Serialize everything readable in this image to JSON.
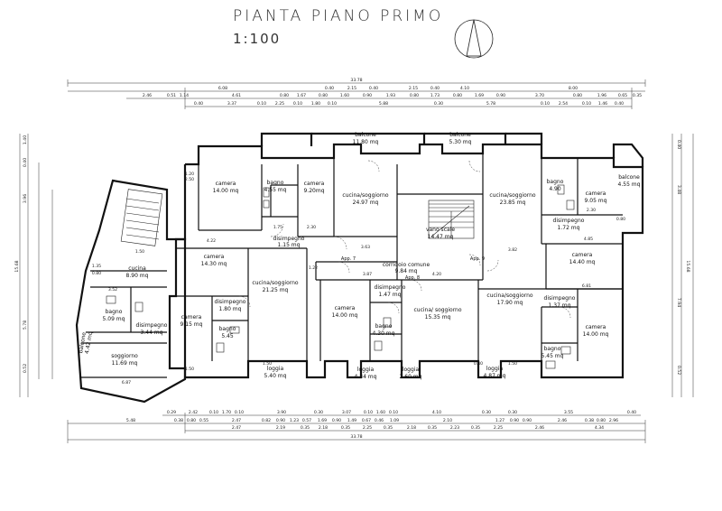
{
  "title": "PIANTA PIANO PRIMO",
  "scale": "1:100",
  "rooms": [
    {
      "name": "camera",
      "area": "14.00 mq"
    },
    {
      "name": "bagno",
      "area": "4.55 mq"
    },
    {
      "name": "camera",
      "area": "9.20mq"
    },
    {
      "name": "cucina/soggiorno",
      "area": "24.97 mq"
    },
    {
      "name": "balcone",
      "area": "11.80 mq"
    },
    {
      "name": "balcone",
      "area": "5.30 mq"
    },
    {
      "name": "cucina/soggiorno",
      "area": "23.85 mq"
    },
    {
      "name": "bagno",
      "area": "4.90"
    },
    {
      "name": "camera",
      "area": "9.05 mq"
    },
    {
      "name": "balcone",
      "area": "4.55 mq"
    },
    {
      "name": "disimpegno",
      "area": "1.72 mq"
    },
    {
      "name": "camera",
      "area": "14.40 mq"
    },
    {
      "name": "vano scale",
      "area": "14.47 mq"
    },
    {
      "name": "corridoio comune",
      "area": "9.84 mq"
    },
    {
      "name": "disimpegno",
      "area": "1.15 mq"
    },
    {
      "name": "camera",
      "area": "14.30 mq"
    },
    {
      "name": "cucina/soggiorno",
      "area": "21.25 mq"
    },
    {
      "name": "disimpegno",
      "area": "1.80 mq"
    },
    {
      "name": "camera",
      "area": "9.15 mq"
    },
    {
      "name": "bagno",
      "area": "5.45"
    },
    {
      "name": "loggia",
      "area": "5.40 mq"
    },
    {
      "name": "camera",
      "area": "14.00 mq"
    },
    {
      "name": "disimpegno",
      "area": "1.47 mq"
    },
    {
      "name": "bagno",
      "area": "4.30 mq"
    },
    {
      "name": "cucina/ soggiorno",
      "area": "15.35 mq"
    },
    {
      "name": "loggia",
      "area": "4.34 mq"
    },
    {
      "name": "loggia",
      "area": "2.60 mq"
    },
    {
      "name": "cucina/soggiorno",
      "area": "17.90 mq"
    },
    {
      "name": "disimpegno",
      "area": "1.37 mq"
    },
    {
      "name": "camera",
      "area": "14.00 mq"
    },
    {
      "name": "bagno",
      "area": "5.45 mq"
    },
    {
      "name": "loggia",
      "area": "4.87 mq"
    },
    {
      "name": "cucina",
      "area": "8.90 mq"
    },
    {
      "name": "bagno",
      "area": "5.09 mq"
    },
    {
      "name": "disimpegno",
      "area": "3.44 mq"
    },
    {
      "name": "soggiorno",
      "area": "11.69 mq"
    },
    {
      "name": "balcone",
      "area": "4.42 mq"
    }
  ],
  "apartment_labels": [
    "App. 7",
    "App. 8",
    "App. 9"
  ],
  "dimensions_top": {
    "overall": "33.78",
    "row1": [
      "6.08",
      "0.40",
      "2.15",
      "0.40",
      "2.15",
      "0.40",
      "4.10",
      "8.00"
    ],
    "row2": [
      "2.46",
      "0.51",
      "1.14",
      "4.61",
      "0.80",
      "1.67",
      "0.80",
      "1.60",
      "0.90",
      "1.93",
      "0.80",
      "1.73",
      "0.80",
      "1.69",
      "0.90",
      "3.70",
      "0.80",
      "1.96",
      "0.65",
      "0.35"
    ],
    "row3": [
      "0.40",
      "3.37",
      "0.10",
      "2.25",
      "0.10",
      "1.80",
      "0.10",
      "5.88",
      "0.30",
      "5.78",
      "0.10",
      "2.54",
      "0.10",
      "1.46",
      "0.40"
    ]
  },
  "dimensions_bottom": {
    "overall": "33.78",
    "row1": [
      "0.29",
      "2.42",
      "0.10",
      "1.70",
      "0.10",
      "3.90",
      "0.30",
      "3.07",
      "0.10",
      "1.60",
      "0.10",
      "4.10",
      "0.30",
      "0.30",
      "3.55",
      "0.40"
    ],
    "row2": [
      "5.48",
      "0.38",
      "0.80",
      "0.55",
      "2.47",
      "0.82",
      "0.90",
      "1.23",
      "0.57",
      "1.69",
      "0.90",
      "1.49",
      "0.67",
      "0.46",
      "1.09",
      "2.10",
      "1.27",
      "0.90",
      "0.90",
      "2.46",
      "0.38",
      "0.80",
      "2.96"
    ],
    "row3": [
      "2.47",
      "2.19",
      "0.35",
      "2.18",
      "0.35",
      "2.25",
      "0.35",
      "2.18",
      "0.35",
      "2.23",
      "0.35",
      "2.25",
      "2.46",
      "4.34"
    ]
  },
  "dimensions_left": [
    "15.68",
    "3.96",
    "5.78",
    "0.52",
    "0.40",
    "1.40"
  ],
  "dimensions_right": [
    "15.68",
    "3.48",
    "7.94",
    "0.52",
    "0.40"
  ],
  "dimensions_inner": [
    "2.50",
    "1.20",
    "1.75",
    "2.30",
    "4.22",
    "3.63",
    "1.22",
    "3.87",
    "4.20",
    "3.82",
    "2.30",
    "0.80",
    "6.81",
    "4.85",
    "1.50",
    "1.50",
    "1.50",
    "6.87",
    "3.52",
    "1.35",
    "1.50",
    "0.80",
    "0.40"
  ]
}
